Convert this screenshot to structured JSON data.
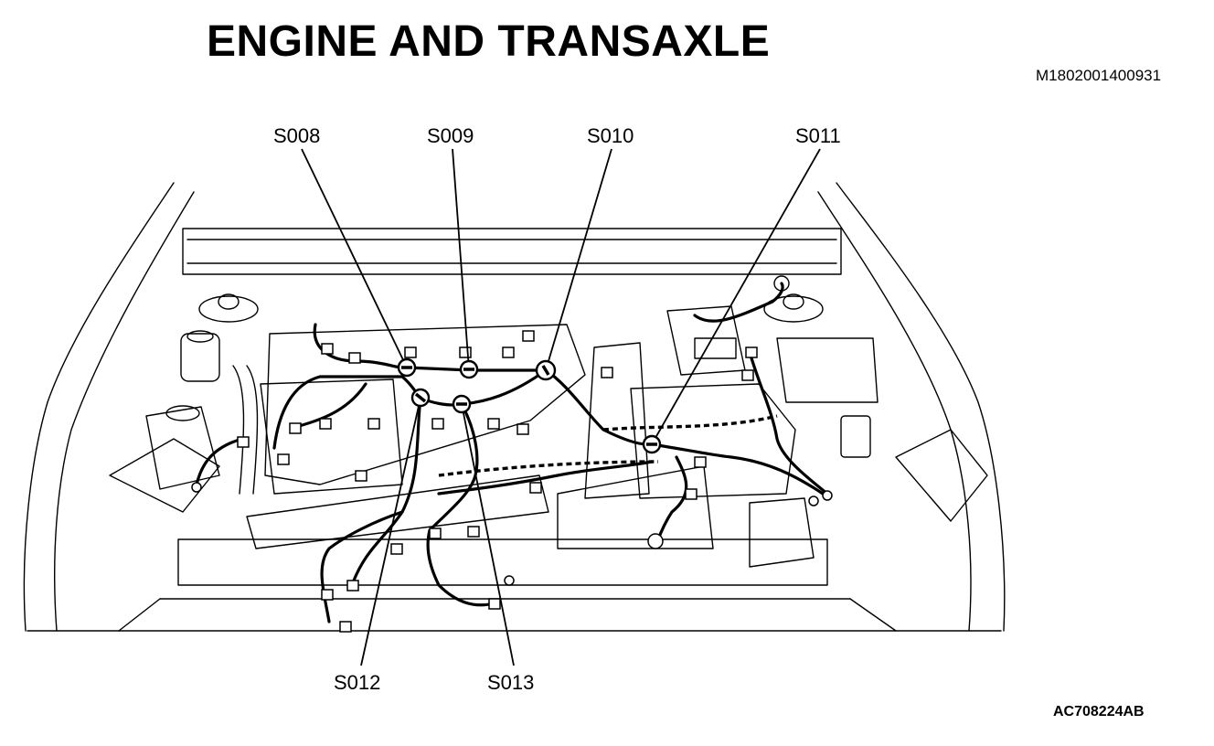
{
  "title": "ENGINE AND TRANSAXLE",
  "reference_code": "M1802001400931",
  "figure_code": "AC708224AB",
  "callouts": {
    "s008": "S008",
    "s009": "S009",
    "s010": "S010",
    "s011": "S011",
    "s012": "S012",
    "s013": "S013"
  }
}
